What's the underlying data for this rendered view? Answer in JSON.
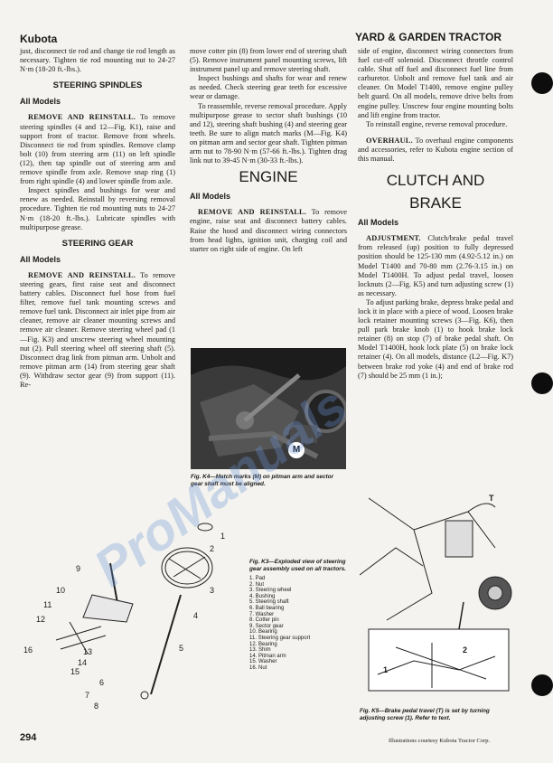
{
  "header": {
    "brand": "Kubota",
    "section_title": "YARD & GARDEN TRACTOR"
  },
  "col1": {
    "p_intro": "just, disconnect tie rod and change tie rod length as necessary. Tighten tie rod mounting nut to 24-27 N·m (18-20 ft.-lbs.).",
    "h_spindles": "STEERING SPINDLES",
    "all_models_1": "All Models",
    "p_spindles_head": "REMOVE AND REINSTALL.",
    "p_spindles": " To remove steering spindles (4 and 12—Fig. K1), raise and support front of tractor. Remove front wheels. Disconnect tie rod from spindles. Remove clamp bolt (10) from steering arm (11) on left spindle (12), then tap spindle out of steering arm and remove spindle from axle. Remove snap ring (1) from right spindle (4) and lower spindle from axle.",
    "p_spindles2": "Inspect spindles and bushings for wear and renew as needed. Reinstall by reversing removal procedure. Tighten tie rod mounting nuts to 24-27 N·m (18-20 ft.-lbs.). Lubricate spindles with multipurpose grease.",
    "h_gear": "STEERING GEAR",
    "all_models_2": "All Models",
    "p_gear_head": "REMOVE AND REINSTALL.",
    "p_gear": " To remove steering gears, first raise seat and disconnect battery cables. Disconnect fuel hose from fuel filter, remove fuel tank mounting screws and remove fuel tank. Disconnect air inlet pipe from air cleaner, remove air cleaner mounting screws and remove air cleaner. Remove steering wheel pad (1—Fig. K3) and unscrew steering wheel mounting nut (2). Pull steering wheel off steering shaft (5). Disconnect drag link from pitman arm. Unbolt and remove pitman arm (14) from steering gear shaft (9). Withdraw sector gear (9) from support (11). Re-"
  },
  "col2": {
    "p1": "move cotter pin (8) from lower end of steering shaft (5). Remove instrument panel mounting screws, lift instrument panel up and remove steering shaft.",
    "p2": "Inspect bushings and shafts for wear and renew as needed. Check steering gear teeth for excessive wear or damage.",
    "p3": "To reassemble, reverse removal procedure. Apply multipurpose grease to sector shaft bushings (10 and 12), steering shaft bushing (4) and steering gear teeth. Be sure to align match marks (M—Fig. K4) on pitman arm and sector gear shaft. Tighten pitman arm nut to 78-90 N·m (57-66 ft.-lbs.). Tighten drag link nut to 39-45 N·m (30-33 ft.-lbs.).",
    "h_engine": "ENGINE",
    "all_models": "All Models",
    "p_engine_head": "REMOVE AND REINSTALL.",
    "p_engine": " To remove engine, raise seat and disconnect battery cables. Raise the hood and disconnect wiring connectors from head lights, ignition unit, charging coil and starter on right side of engine. On left",
    "fig_k4_caption": "Fig. K4—Match marks (M) on pitman arm and sector gear shaft must be aligned.",
    "fig_k4_callout": "M"
  },
  "col3": {
    "p1": "side of engine, disconnect wiring connectors from fuel cut-off solenoid. Disconnect throttle control cable. Shut off fuel and disconnect fuel line from carburetor. Unbolt and remove fuel tank and air cleaner. On Model T1400, remove engine pulley belt guard. On all models, remove drive belts from engine pulley. Unscrew four engine mounting bolts and lift engine from tractor.",
    "p2": "To reinstall engine, reverse removal procedure.",
    "p_overhaul_head": "OVERHAUL.",
    "p_overhaul": " To overhaul engine components and accessories, refer to Kubota engine section of this manual.",
    "h_clutch_1": "CLUTCH AND",
    "h_clutch_2": "BRAKE",
    "all_models": "All Models",
    "p_adj_head": "ADJUSTMENT.",
    "p_adj": " Clutch/brake pedal travel from released (up) position to fully depressed position should be 125-130 mm (4.92-5.12 in.) on Model T1400 and 70-80 mm (2.76-3.15 in.) on Model T1400H. To adjust pedal travel, loosen locknuts (2—Fig. K5) and turn adjusting screw (1) as necessary.",
    "p_park": "To adjust parking brake, depress brake pedal and lock it in place with a piece of wood. Loosen brake lock retainer mounting screws (3—Fig. K6), then pull park brake knob (1) to hook brake lock retainer (8) on stop (7) of brake pedal shaft. On Model T1400H, hook lock plate (5) on brake lock retainer (4). On all models, distance (L2—Fig. K7) between brake rod yoke (4) and end of brake rod (7) should be 25 mm (1 in.);",
    "fig_k5_caption": "Fig. K5—Brake pedal travel (T) is set by turning adjusting screw (1). Refer to text.",
    "fig_k5_t": "T",
    "fig_k5_1": "1",
    "fig_k5_2": "2"
  },
  "fig_k3": {
    "caption": "Fig. K3—Exploded view of steering gear assembly used on all tractors.",
    "parts": [
      "1. Pad",
      "2. Nut",
      "3. Steering wheel",
      "4. Bushing",
      "5. Steering shaft",
      "6. Ball bearing",
      "7. Washer",
      "8. Cotter pin",
      "9. Sector gear",
      "10. Bearing",
      "11. Steering gear support",
      "12. Bearing",
      "13. Shim",
      "14. Pitman arm",
      "15. Washer",
      "16. Nut"
    ],
    "labels": [
      "1",
      "2",
      "3",
      "4",
      "5",
      "6",
      "7",
      "8",
      "9",
      "10",
      "11",
      "12",
      "13",
      "14",
      "15",
      "16"
    ]
  },
  "footer": {
    "page_number": "294",
    "credit": "Illustrations courtesy Kubota Tractor Corp."
  },
  "watermark": "ProManuals"
}
